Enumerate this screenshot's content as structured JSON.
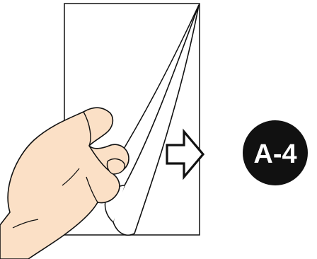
{
  "step_badge": {
    "label": "A-4",
    "background": "#111111",
    "text_color": "#ffffff"
  },
  "colors": {
    "paper": "#ffffff",
    "outline": "#111111",
    "skin": "#fbe0c6"
  },
  "icons": [
    "sheet-of-paper",
    "peeling-corner",
    "hand",
    "arrow-right-icon"
  ]
}
